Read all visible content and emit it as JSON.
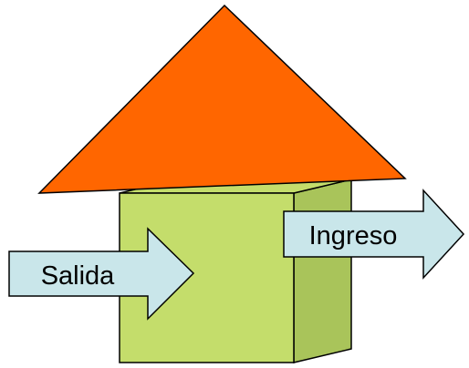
{
  "diagram": {
    "labels": {
      "left_arrow": "Salida",
      "right_arrow": "Ingreso"
    },
    "colors": {
      "roof": "#ff6600",
      "house_front": "#c4dd6b",
      "house_side": "#a9c45a",
      "arrow_fill": "#c9e6ea",
      "outline": "#000000",
      "background": "#ffffff"
    },
    "shapes": {
      "roof": "triangle",
      "house": "cube",
      "left_arrow": "block-arrow-right",
      "right_arrow": "block-arrow-right"
    }
  }
}
